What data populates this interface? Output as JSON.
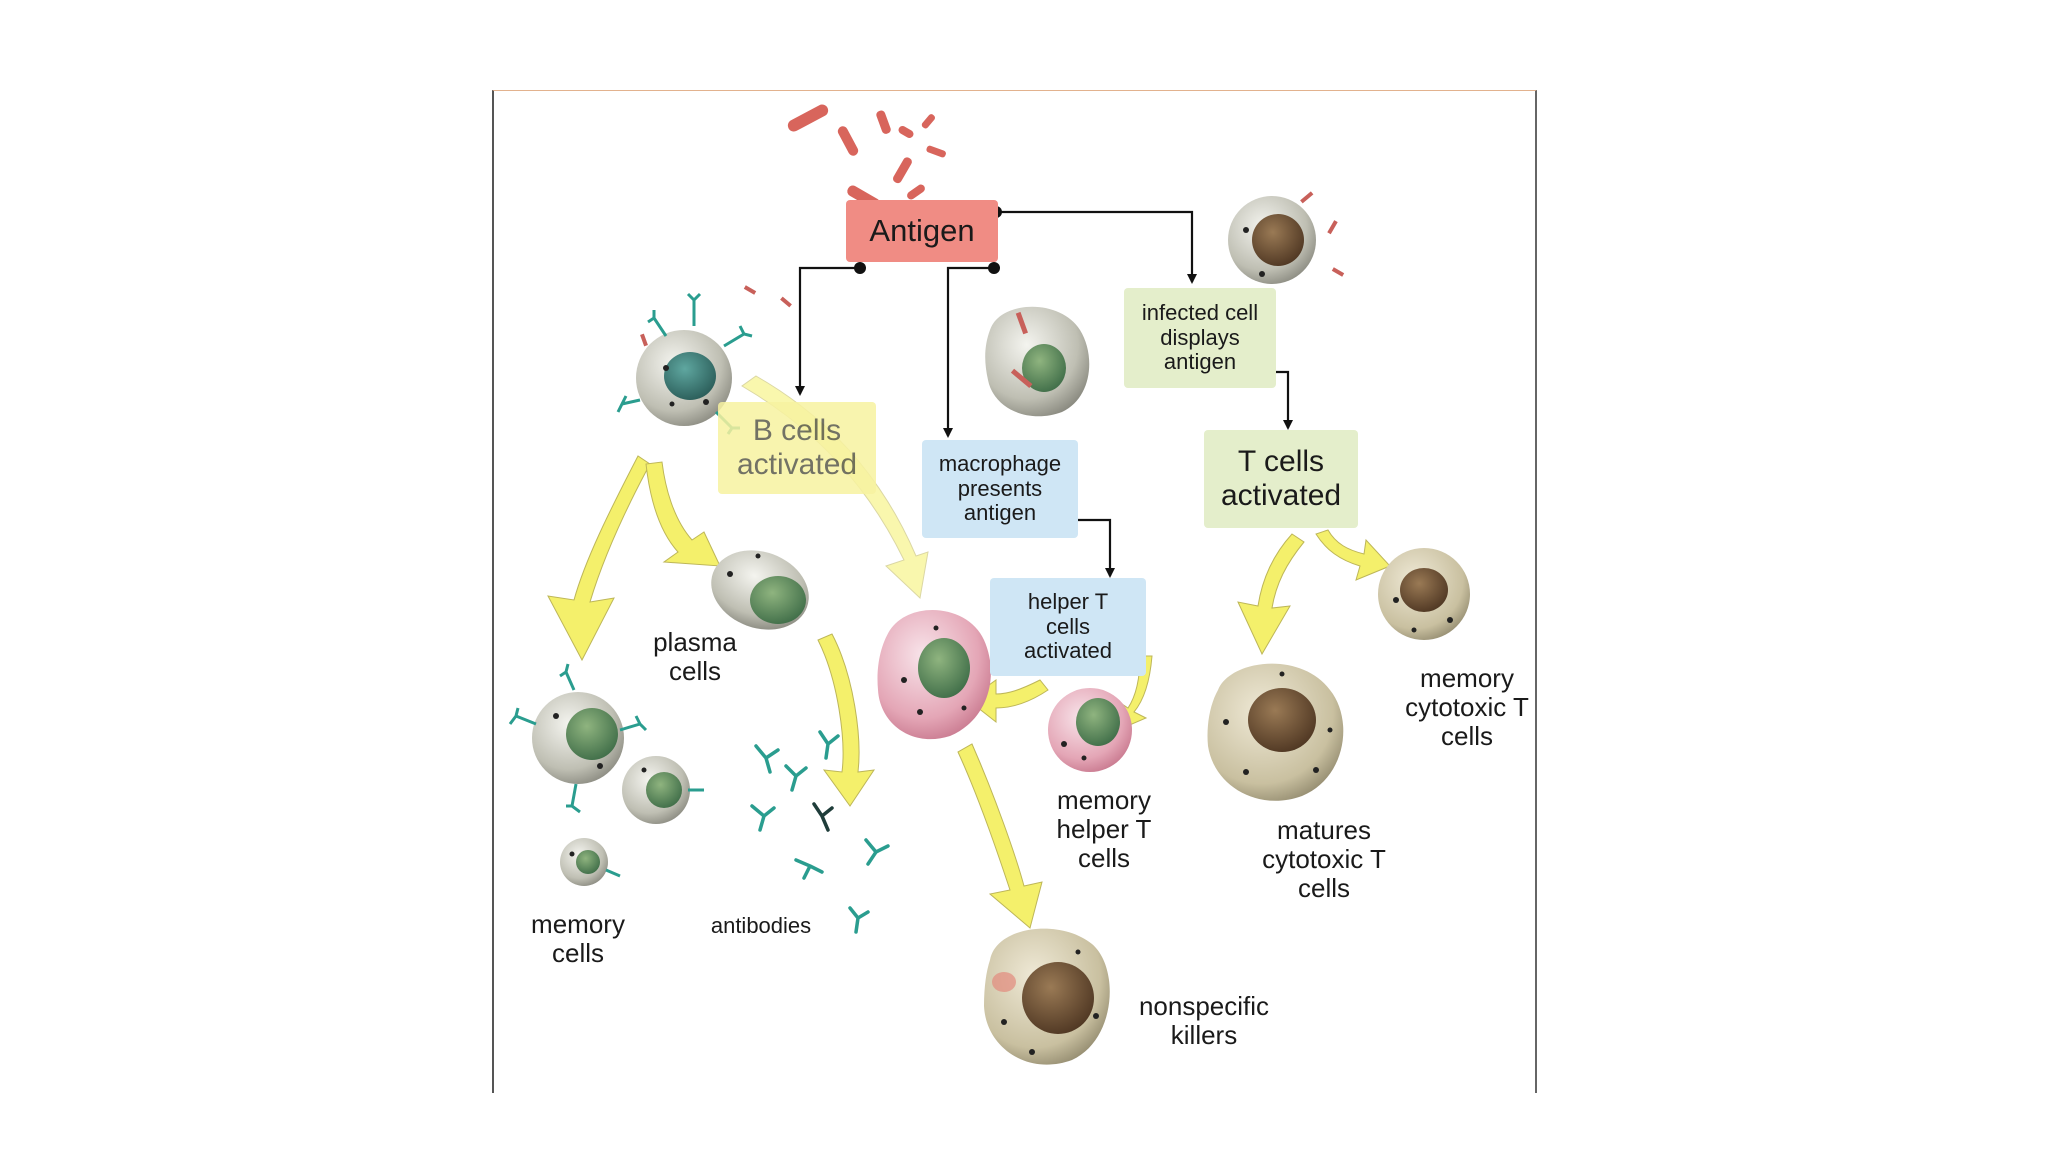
{
  "antigen": "Antigen",
  "b_cells_activated": "B cells activated",
  "infected_cell_displays_antigen": "infected cell displays antigen",
  "macrophage_presents_antigen": "macrophage presents antigen",
  "t_cells_activated": "T cells activated",
  "helper_t_cells_activated": "helper T cells activated",
  "plasma_cells": "plasma cells",
  "memory_cells": "memory cells",
  "antibodies": "antibodies",
  "memory_helper_t_cells": "memory helper T cells",
  "nonspecific_killers": "nonspecific killers",
  "matures_cytotoxic_t_cells": "matures cytotoxic T cells",
  "memory_cytotoxic_t_cells": "memory cytotoxic T cells",
  "colors": {
    "antigen_box": "#f08c84",
    "b_cells_box": "#f7f2a0",
    "macrophage_box": "#cfe6f5",
    "helper_box": "#cfe6f5",
    "infected_box": "#e4eecb",
    "t_cells_box": "#e4eecb",
    "flow_arrow": "#f3ef5e",
    "connector": "#111111",
    "antibody": "#2a9d8f"
  }
}
